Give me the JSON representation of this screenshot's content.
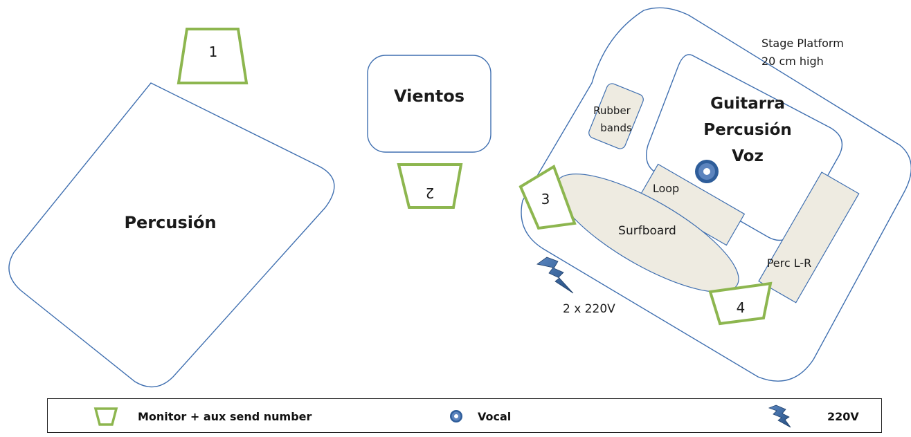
{
  "areas": {
    "percusion": "Percusión",
    "vientos": "Vientos",
    "guitarra": "Guitarra",
    "percusion2": "Percusión",
    "voz": "Voz"
  },
  "platform": {
    "line1": "Stage Platform",
    "line2": "20 cm high"
  },
  "props": {
    "rubber1": "Rubber",
    "rubber2": "bands",
    "loop": "Loop",
    "surfboard": "Surfboard",
    "perc_lr": "Perc L-R"
  },
  "monitors": [
    "1",
    "2",
    "3",
    "4"
  ],
  "power_label": "2 x 220V",
  "legend": {
    "monitor": "Monitor + aux send number",
    "vocal": "Vocal",
    "power": "220V"
  },
  "colors": {
    "monitor": "#8db64f",
    "outline": "#3f6fb0",
    "prop_fill": "#eeebe1",
    "vocal": "#2e5d9a",
    "bolt": "#2f5e98"
  }
}
